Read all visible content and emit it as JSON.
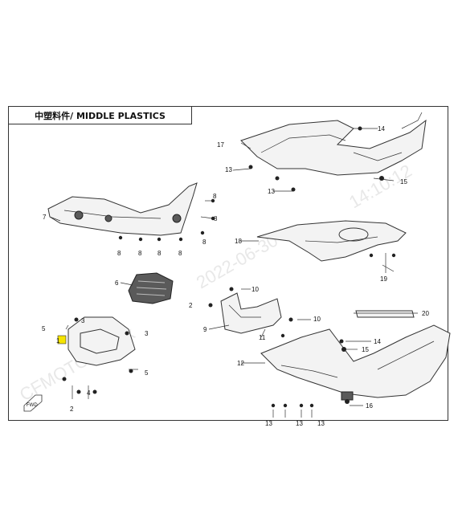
{
  "diagram": {
    "title": "中塑料件/ MIDDLE PLASTICS",
    "watermark_lines": [
      "CFMOTO-yangx",
      "2022-06-30",
      "14:10:12"
    ],
    "callouts": [
      "1",
      "2",
      "3",
      "4",
      "5",
      "6",
      "7",
      "8",
      "9",
      "10",
      "11",
      "12",
      "13",
      "14",
      "15",
      "16",
      "17",
      "18",
      "19",
      "20"
    ],
    "fwd_label": "FWD",
    "colors": {
      "line": "#333333",
      "highlight": "#f5e400",
      "part_fill": "#f3f3f3"
    }
  }
}
